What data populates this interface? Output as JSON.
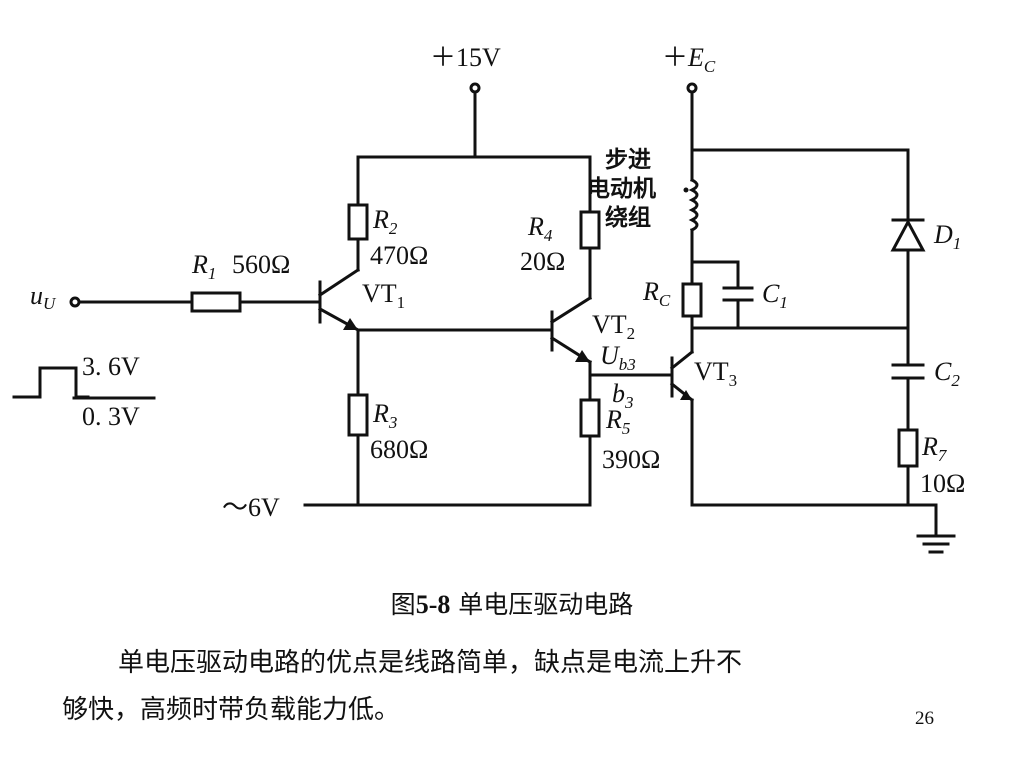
{
  "labels": {
    "vplus15": "＋15V",
    "plus": "＋",
    "ec_main": "E",
    "ec_sub": "C",
    "motor_l1": "步进",
    "motor_l2": "电动机",
    "motor_l3": "绕组",
    "r1": "R",
    "r1_sub": "1",
    "r1_val": "560Ω",
    "r2": "R",
    "r2_sub": "2",
    "r2_val": "470Ω",
    "r3": "R",
    "r3_sub": "3",
    "r3_val": "680Ω",
    "r4": "R",
    "r4_sub": "4",
    "r4_val": "20Ω",
    "r5": "R",
    "r5_sub": "5",
    "r5_val": "390Ω",
    "rc": "R",
    "rc_sub": "C",
    "r7": "R",
    "r7_sub": "7",
    "r7_val": "10Ω",
    "c1": "C",
    "c1_sub": "1",
    "c2": "C",
    "c2_sub": "2",
    "d1": "D",
    "d1_sub": "1",
    "vt1": "VT",
    "vt1_sub": "1",
    "vt2": "VT",
    "vt2_sub": "2",
    "vt3": "VT",
    "vt3_sub": "3",
    "ub3": "U",
    "ub3_sub": "b3",
    "b3": "b",
    "b3_sub": "3",
    "uin": "u",
    "uin_sub": "U",
    "pulse_high": "3. 6V",
    "pulse_low": "0. 3V",
    "vneg6": "～6V"
  },
  "caption": {
    "prefix": "图",
    "number": "5-8",
    "title": " 单电压驱动电路"
  },
  "paragraph": {
    "line1": "单电压驱动电路的优点是线路简单，缺点是电流上升不",
    "line2": "够快，高频时带负载能力低。"
  },
  "page_number": "26"
}
